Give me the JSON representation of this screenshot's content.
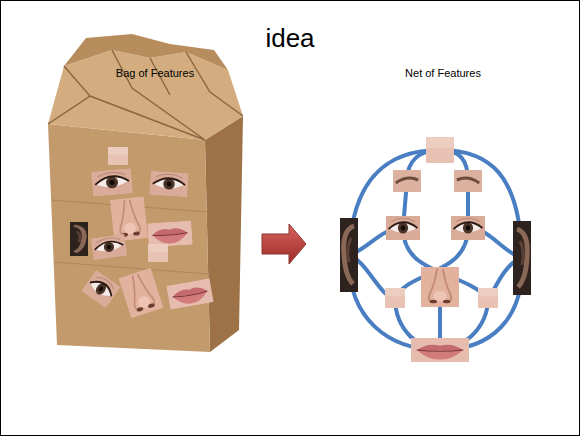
{
  "diagram": {
    "title": "idea",
    "labels": [
      "Bag of Features",
      "Net of Features"
    ]
  }
}
